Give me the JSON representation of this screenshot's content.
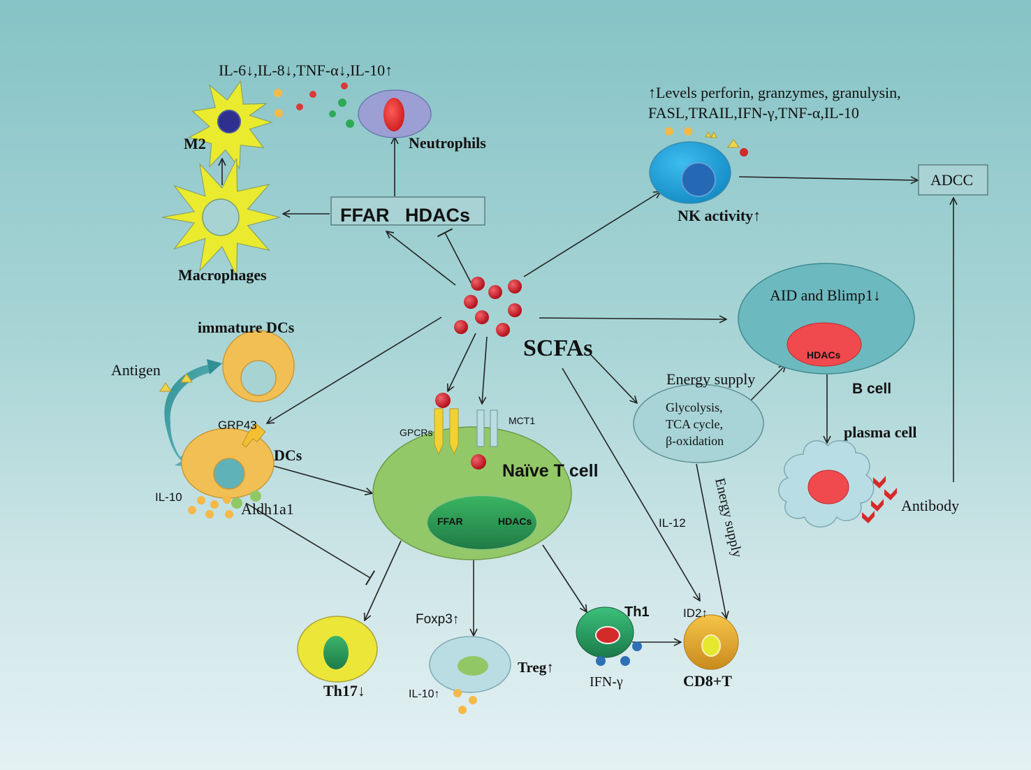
{
  "labels": {
    "cytokines_top": "IL-6↓,IL-8↓,TNF-α↓,IL-10↑",
    "m2": "M2",
    "neutrophils": "Neutrophils",
    "macrophages": "Macrophages",
    "ffar_hdacs_box": "FFAR   HDACs",
    "nk_levels_line1": "↑Levels perforin, granzymes, granulysin,",
    "nk_levels_line2": "FASL,TRAIL,IFN-γ,TNF-α,IL-10",
    "nk_activity": "NK activity↑",
    "adcc": "ADCC",
    "immature_dcs": "immature DCs",
    "antigen": "Antigen",
    "grp43": "GRP43",
    "dcs": "DCs",
    "il10_dc": "IL-10",
    "aldh1a1": "Aldh1a1",
    "scfas": "SCFAs",
    "gpcrs": "GPCRs",
    "mct1": "MCT1",
    "naive_t_cell": "Naïve T cell",
    "ffar_nucleus": "FFAR",
    "hdacs_nucleus": "HDACs",
    "aid_blimp": "AID and Blimp1↓",
    "hdacs_bcell": "HDACs",
    "b_cell": "B cell",
    "energy_supply_top": "Energy supply",
    "glycolysis": "Glycolysis,",
    "tca": "TCA cycle,",
    "beta_ox": "β-oxidation",
    "plasma_cell": "plasma cell",
    "antibody": "Antibody",
    "il12": "IL-12",
    "energy_supply_side": "Energy supply",
    "th1": "Th1",
    "id2": "ID2↑",
    "ifn": "IFN-γ",
    "cd8": "CD8+T",
    "foxp3": "Foxp3↑",
    "treg": "Treg↑",
    "il10_treg": "IL-10↑",
    "th17": "Th17↓"
  },
  "colors": {
    "yellow_cell": "#eaea2e",
    "orange_cell": "#f2bf55",
    "scfa_red": "#d0202a",
    "nk_blue": "#1ea7e0",
    "naive_green": "#93c868",
    "bcell_teal": "#6cb9bf",
    "hdac_red": "#f04a4e",
    "plasma_blue": "#b9dde4"
  }
}
